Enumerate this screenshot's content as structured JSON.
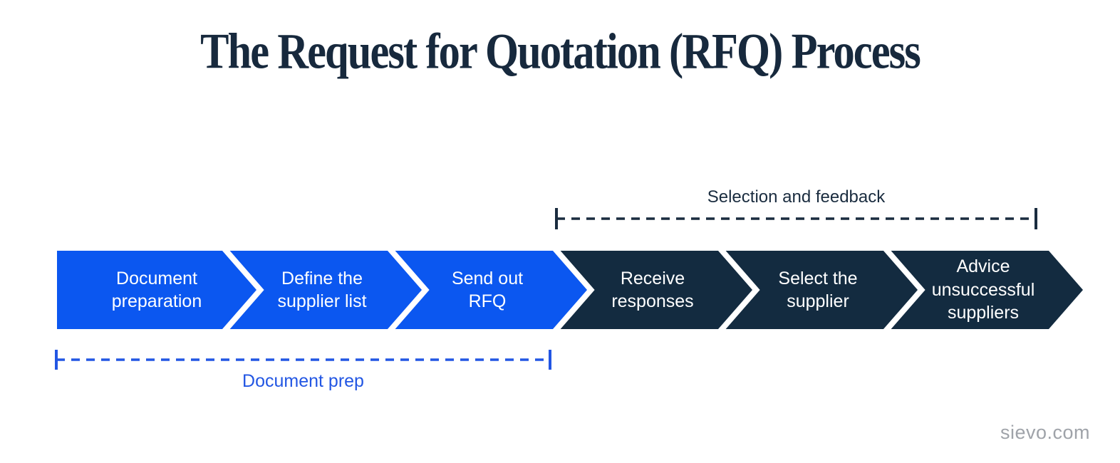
{
  "title": "The Request for Quotation (RFQ) Process",
  "colors": {
    "title": "#17293d",
    "step_blue": "#0b57f0",
    "step_dark": "#132b40",
    "separator": "#ffffff",
    "bracket_top": "#1a2c3f",
    "bracket_bottom": "#2256e3",
    "footer_gray": "#9fa3a9"
  },
  "process": {
    "steps": [
      {
        "label": "Document\npreparation",
        "color": "step_blue"
      },
      {
        "label": "Define the\nsupplier list",
        "color": "step_blue"
      },
      {
        "label": "Send out\nRFQ",
        "color": "step_blue"
      },
      {
        "label": "Receive\nresponses",
        "color": "step_dark"
      },
      {
        "label": "Select the\nsupplier",
        "color": "step_dark"
      },
      {
        "label": "Advice\nunsuccessful\nsuppliers",
        "color": "step_dark"
      }
    ]
  },
  "brackets": {
    "top": {
      "label": "Selection and feedback",
      "color": "#1a2c3f"
    },
    "bottom": {
      "label": "Document prep",
      "color": "#2256e3"
    }
  },
  "footer": {
    "site": "sievo.com"
  }
}
